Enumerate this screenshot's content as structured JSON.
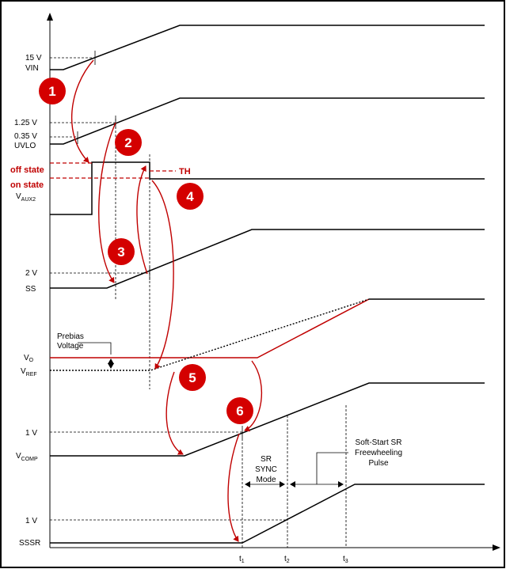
{
  "labels": {
    "vin_level": "15 V",
    "vin_name": "VIN",
    "uvlo_high": "1.25 V",
    "uvlo_low": "0.35 V",
    "uvlo_name": "UVLO",
    "off_state": "off state",
    "on_state": "on state",
    "th": "TH",
    "vaux2_main": "V",
    "vaux2_sub": "AUX2",
    "ss_level": "2 V",
    "ss_name": "SS",
    "prebias_1": "Prebias",
    "prebias_2": "Voltage",
    "vo_main": "V",
    "vo_sub": "O",
    "vref_main": "V",
    "vref_sub": "REF",
    "vcomp_level": "1 V",
    "vcomp_main": "V",
    "vcomp_sub": "COMP",
    "sssr_level": "1 V",
    "sssr_name": "SSSR",
    "sr_sync_1": "SR",
    "sr_sync_2": "SYNC",
    "sr_sync_3": "Mode",
    "softstart_1": "Soft-Start SR",
    "softstart_2": "Freewheeling",
    "softstart_3": "Pulse",
    "t1_main": "t",
    "t1_sub": "1",
    "t2_main": "t",
    "t2_sub": "2",
    "t3_main": "t",
    "t3_sub": "3"
  },
  "badges": [
    "1",
    "2",
    "3",
    "4",
    "5",
    "6"
  ],
  "colors": {
    "trace": "#000000",
    "accent": "#c00000",
    "badge": "#d40000",
    "frame": "#000000"
  }
}
